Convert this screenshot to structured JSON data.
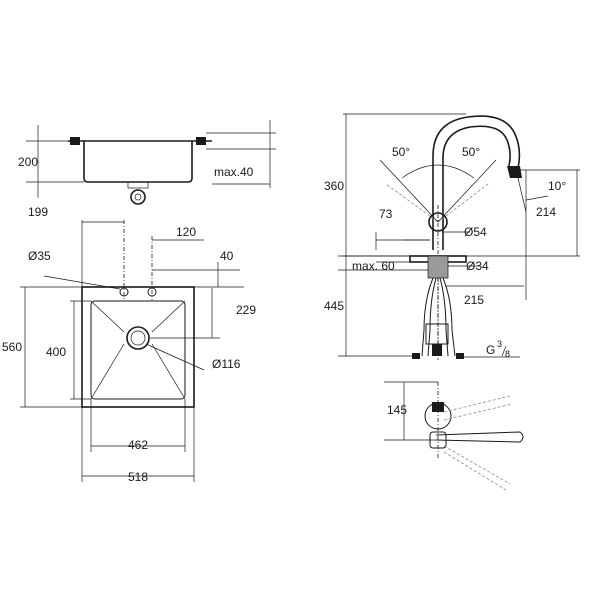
{
  "dimensions": {
    "sink_depth": "200",
    "max_counter": "max.40",
    "width_199": "199",
    "spacing_120": "120",
    "hole_dia": "Ø35",
    "offset_40": "40",
    "depth_229": "229",
    "outer_h": "560",
    "inner_h": "400",
    "drain_dia": "Ø116",
    "inner_w": "462",
    "outer_w": "518",
    "tap_h": "360",
    "angle_left": "50°",
    "angle_right": "50°",
    "angle_spout": "10°",
    "spout_h": "214",
    "reach_73": "73",
    "base_dia": "Ø54",
    "max_60": "max. 60",
    "shank_dia": "Ø34",
    "below_445": "445",
    "reach_215": "215",
    "thread_g": "G",
    "thread_num": "3",
    "thread_den": "8",
    "lever_145": "145"
  }
}
